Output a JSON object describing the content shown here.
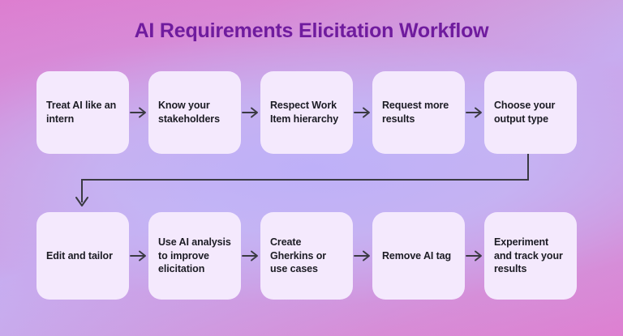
{
  "header": {
    "title": "AI Requirements Elicitation Workflow",
    "title_color": "#6f1b9e"
  },
  "theme": {
    "background_pink": "#dd7ed0",
    "background_periwinkle": "#c4b5f5",
    "node_fill": "#f4e9fd",
    "node_text": "#1c1c24",
    "arrow_color": "#3a3a42"
  },
  "flow": {
    "rows": [
      {
        "name": "row-1",
        "steps": [
          {
            "index": 1,
            "label": "Treat AI like an intern"
          },
          {
            "index": 2,
            "label": "Know your stakeholders"
          },
          {
            "index": 3,
            "label": "Respect Work Item hierarchy"
          },
          {
            "index": 4,
            "label": "Request more results"
          },
          {
            "index": 5,
            "label": "Choose your output type"
          }
        ]
      },
      {
        "name": "row-2",
        "steps": [
          {
            "index": 6,
            "label": "Edit and tailor"
          },
          {
            "index": 7,
            "label": "Use AI analysis to improve elicitation"
          },
          {
            "index": 8,
            "label": "Create Gherkins or use cases"
          },
          {
            "index": 9,
            "label": "Remove AI tag"
          },
          {
            "index": 10,
            "label": "Experiment and track your results"
          }
        ]
      }
    ],
    "connectors": {
      "inline_arrow": "arrow-right-icon",
      "wrap_arrow": "elbow-arrow-down-icon"
    }
  }
}
